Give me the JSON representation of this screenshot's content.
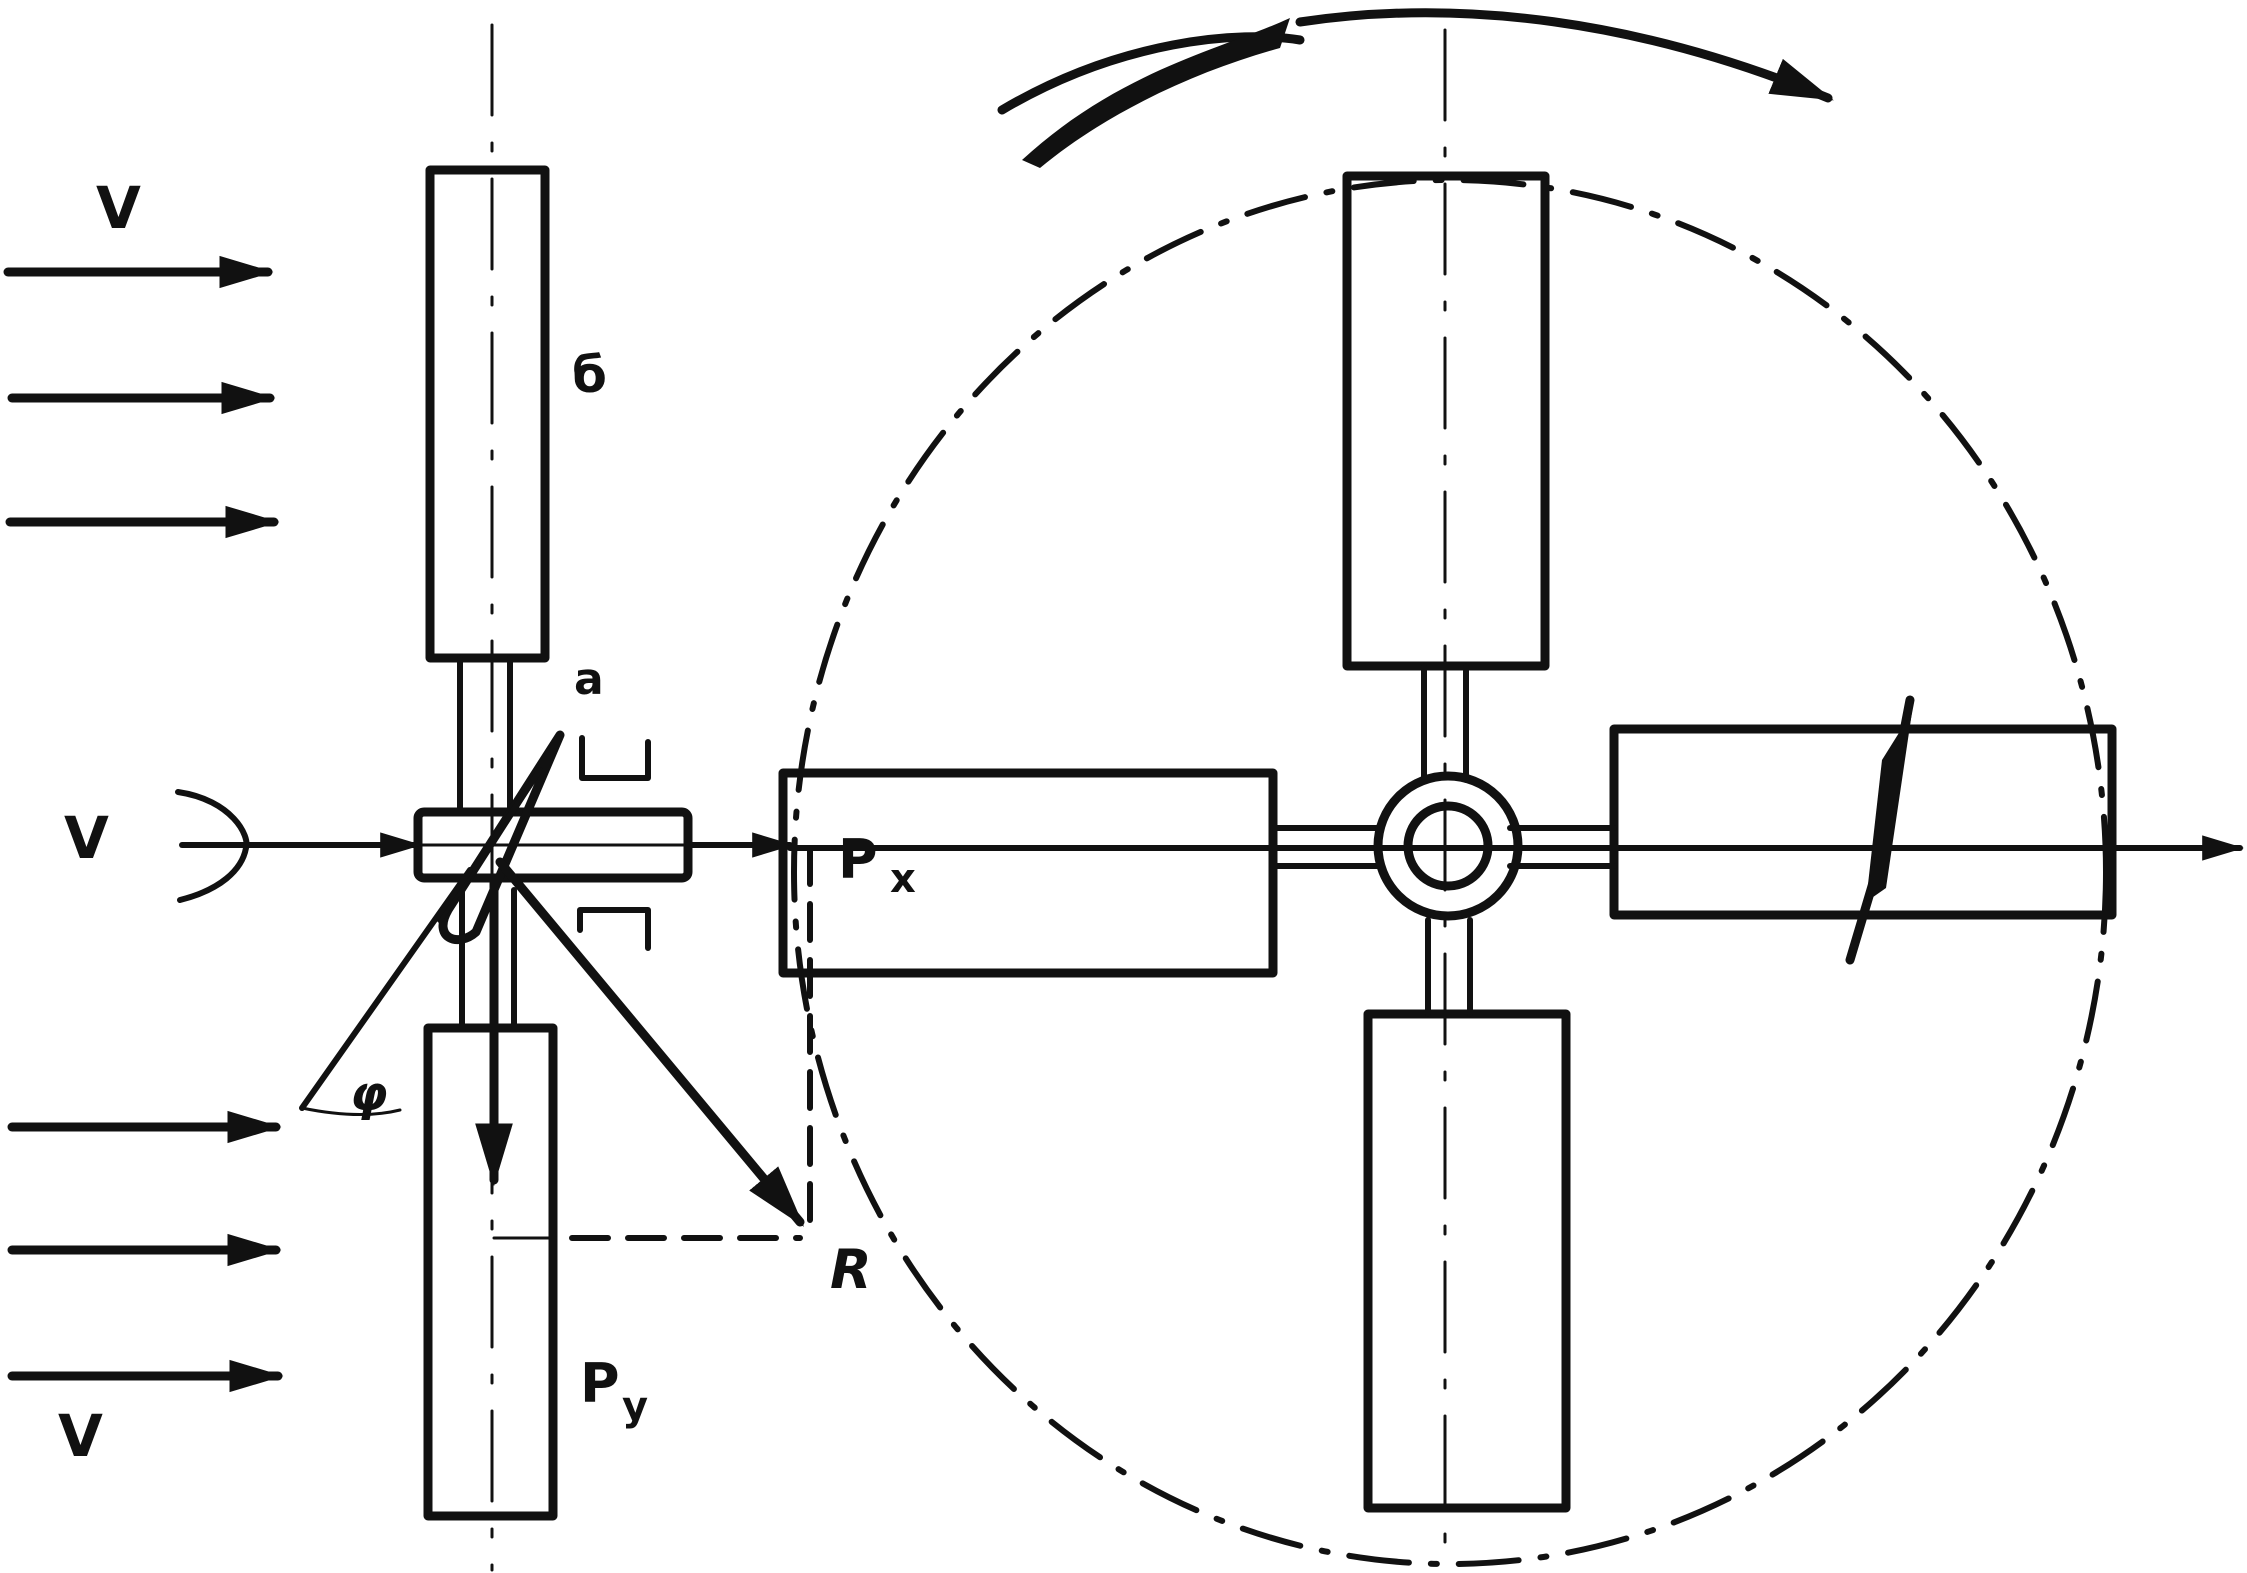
{
  "labels": {
    "v_top": "V",
    "v_mid": "V",
    "v_bottom": "V",
    "blade_b": "б",
    "point_a": "a",
    "force_px_main": "P",
    "force_px_sub": "x",
    "force_py_main": "P",
    "force_py_sub": "y",
    "resultant": "R",
    "angle": "φ"
  },
  "colors": {
    "ink": "#111111",
    "background": "#ffffff"
  }
}
